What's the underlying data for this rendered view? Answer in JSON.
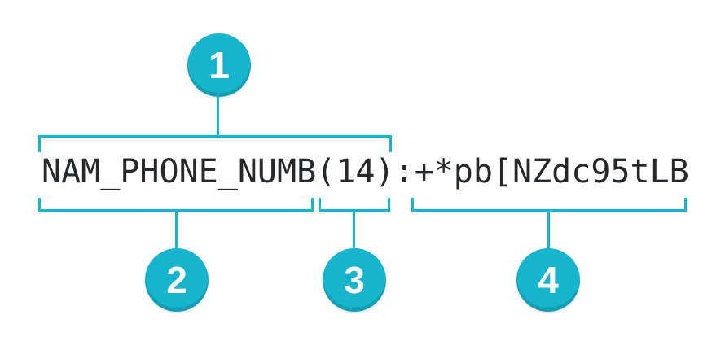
{
  "format_string": {
    "full": "NAM_PHONE_NUMB(14):+*pb[NZdc95tLB",
    "segments": {
      "field_name": "NAM_PHONE_NUMB",
      "length": "(14)",
      "separator": ":",
      "value": "+*pb[NZdc95tLB"
    }
  },
  "callouts": [
    {
      "number": "1",
      "refers_to": "NAM_PHONE_NUMB(14)"
    },
    {
      "number": "2",
      "refers_to": "NAM_PHONE_NUMB"
    },
    {
      "number": "3",
      "refers_to": "(14)"
    },
    {
      "number": "4",
      "refers_to": "+*pb[NZdc95tLB"
    }
  ],
  "colors": {
    "accent": "#17b4cd",
    "text": "#26292c",
    "badge_number": "#ffffff",
    "background": "#ffffff"
  }
}
